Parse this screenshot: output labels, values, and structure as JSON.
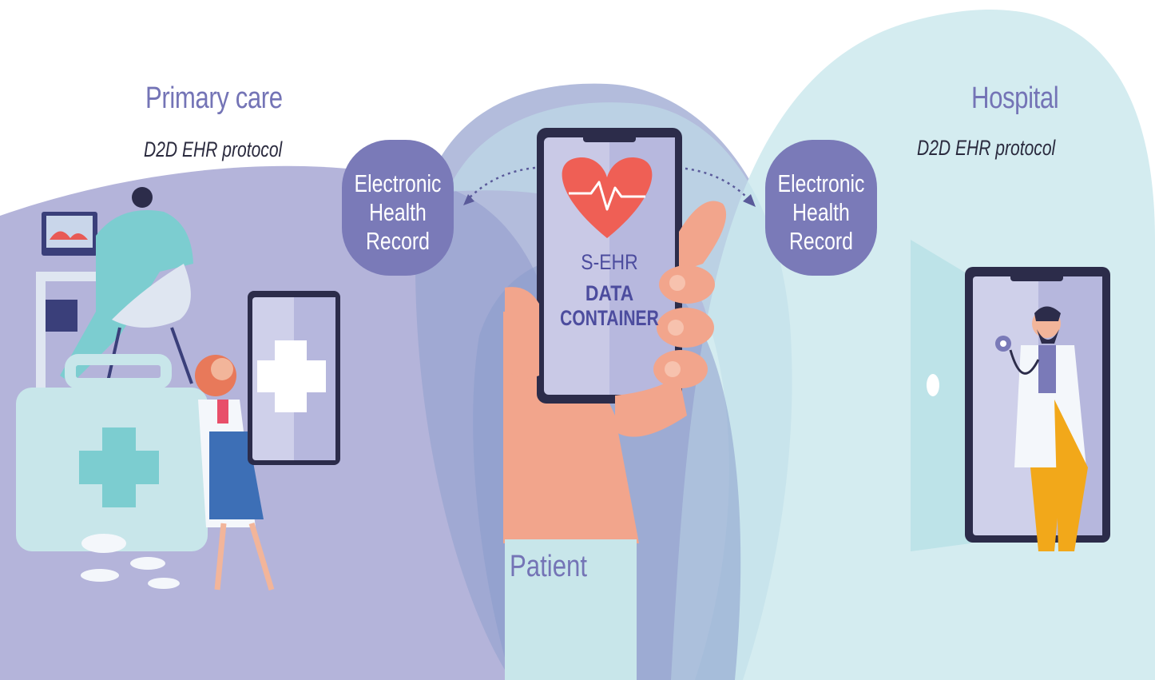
{
  "primary_care": {
    "title": "Primary care",
    "protocol": "D2D EHR protocol",
    "bubble": {
      "line1": "Electronic",
      "line2": "Health",
      "line3": "Record"
    }
  },
  "hospital": {
    "title": "Hospital",
    "protocol": "D2D EHR protocol",
    "bubble": {
      "line1": "Electronic",
      "line2": "Health",
      "line3": "Record"
    }
  },
  "center_phone": {
    "brand": "S-EHR",
    "line1": "DATA",
    "line2": "CONTAINER"
  },
  "patient": {
    "label": "Patient"
  },
  "colors": {
    "primary_area": "#b4b4da",
    "hospital_area": "#d4ecf0",
    "bubble": "#7a7ab8",
    "heart": "#ef5f55",
    "text_accent": "#7474b6"
  }
}
